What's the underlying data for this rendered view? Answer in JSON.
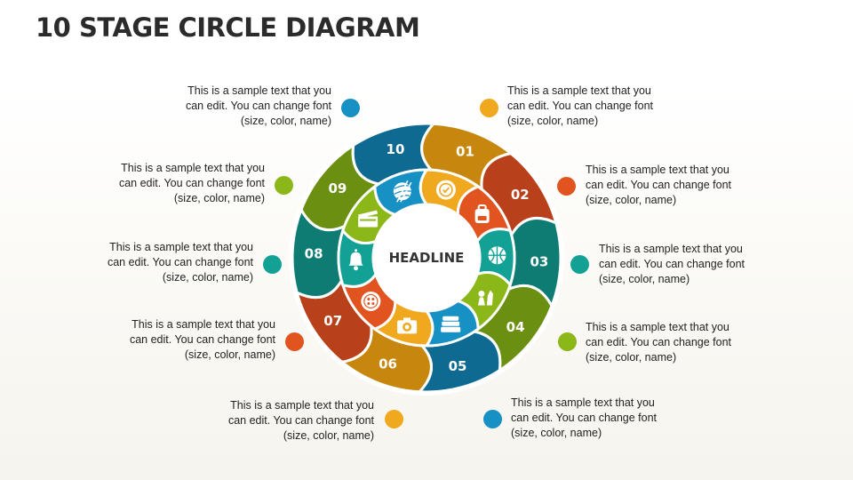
{
  "title": "10 STAGE CIRCLE DIAGRAM",
  "center_label": "HEADLINE",
  "stages": [
    {
      "number": "01",
      "color": "#f0a81e",
      "dark": "#c7860e",
      "icon": "award-badge-icon",
      "text": [
        "This is a sample text that you",
        "can edit. You can change font",
        "(size, color, name)"
      ]
    },
    {
      "number": "02",
      "color": "#e2541f",
      "dark": "#b8401a",
      "icon": "backpack-icon",
      "text": [
        "This is a sample text that you",
        "can edit. You can change font",
        "(size, color, name)"
      ]
    },
    {
      "number": "03",
      "color": "#13a195",
      "dark": "#0f7c73",
      "icon": "basketball-icon",
      "text": [
        "This is a sample text that you",
        "can edit. You can change font",
        "(size, color, name)"
      ]
    },
    {
      "number": "04",
      "color": "#8bb718",
      "dark": "#6b8f11",
      "icon": "chess-pieces-icon",
      "text": [
        "This is a sample text that you",
        "can edit. You can change font",
        "(size, color, name)"
      ]
    },
    {
      "number": "05",
      "color": "#1790c4",
      "dark": "#0f6a91",
      "icon": "book-stack-icon",
      "text": [
        "This is a sample text that you",
        "can edit. You can change font",
        "(size, color, name)"
      ]
    },
    {
      "number": "06",
      "color": "#f0a81e",
      "dark": "#c7860e",
      "icon": "camera-icon",
      "text": [
        "This is a sample text that you",
        "can edit. You can change font",
        "(size, color, name)"
      ]
    },
    {
      "number": "07",
      "color": "#e2541f",
      "dark": "#b8401a",
      "icon": "button-icon",
      "text": [
        "This is a sample text that you",
        "can edit. You can change font",
        "(size, color, name)"
      ]
    },
    {
      "number": "08",
      "color": "#13a195",
      "dark": "#0f7c73",
      "icon": "bell-icon",
      "text": [
        "This is a sample text that you",
        "can edit. You can change font",
        "(size, color, name)"
      ]
    },
    {
      "number": "09",
      "color": "#8bb718",
      "dark": "#6b8f11",
      "icon": "clapperboard-icon",
      "text": [
        "This is a sample text that you",
        "can edit. You can change font",
        "(size, color, name)"
      ]
    },
    {
      "number": "10",
      "color": "#1790c4",
      "dark": "#0f6a91",
      "icon": "yarn-ball-icon",
      "text": [
        "This is a sample text that you",
        "can edit. You can change font",
        "(size, color, name)"
      ]
    }
  ]
}
